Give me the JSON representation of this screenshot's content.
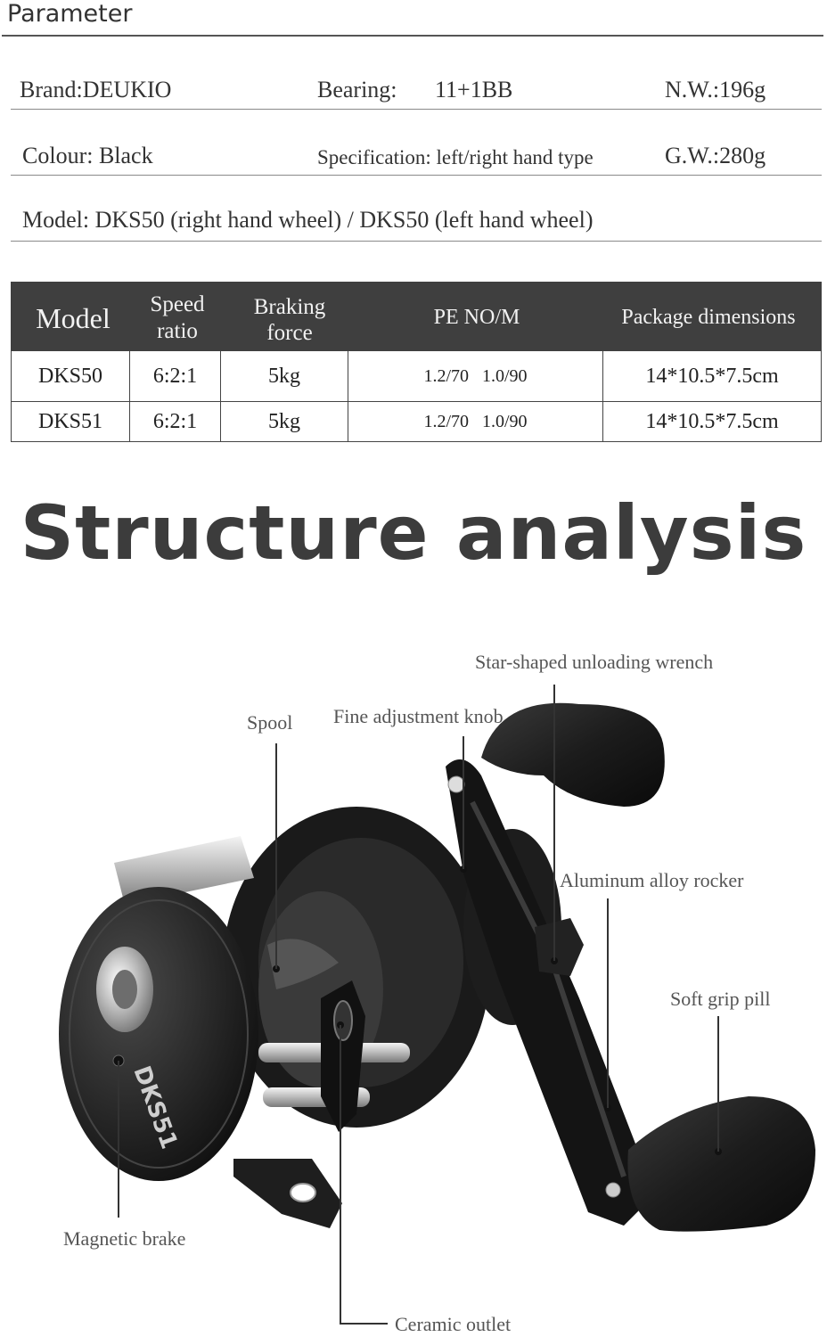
{
  "header": {
    "title": "Parameter"
  },
  "specs": {
    "brand": "Brand:DEUKIO",
    "bearing_label": "Bearing:",
    "bearing_value": "11+1BB",
    "net_weight": "N.W.:196g",
    "colour": "Colour: Black",
    "specification": "Specification: left/right hand type",
    "gross_weight": "G.W.:280g",
    "model": "Model: DKS50 (right hand wheel) / DKS50 (left hand wheel)"
  },
  "table": {
    "headers": {
      "model": "Model",
      "speed_1": "Speed",
      "speed_2": "ratio",
      "braking_1": "Braking",
      "braking_2": "force",
      "pe": "PE NO/M",
      "package": "Package dimensions"
    },
    "rows": [
      {
        "model": "DKS50",
        "speed": "6:2:1",
        "braking": "5kg",
        "pe": "1.2/70   1.0/90",
        "package": "14*10.5*7.5cm"
      },
      {
        "model": "DKS51",
        "speed": "6:2:1",
        "braking": "5kg",
        "pe": "1.2/70   1.0/90",
        "package": "14*10.5*7.5cm"
      }
    ]
  },
  "structure": {
    "title": "Structure analysis",
    "reel_model_mark": "DKS51",
    "callouts": {
      "star_wrench": "Star-shaped unloading wrench",
      "spool": "Spool",
      "fine_knob": "Fine adjustment knob",
      "rocker": "Aluminum alloy rocker",
      "grip": "Soft grip pill",
      "magnetic_brake": "Magnetic brake",
      "ceramic_outlet": "Ceramic outlet"
    }
  }
}
